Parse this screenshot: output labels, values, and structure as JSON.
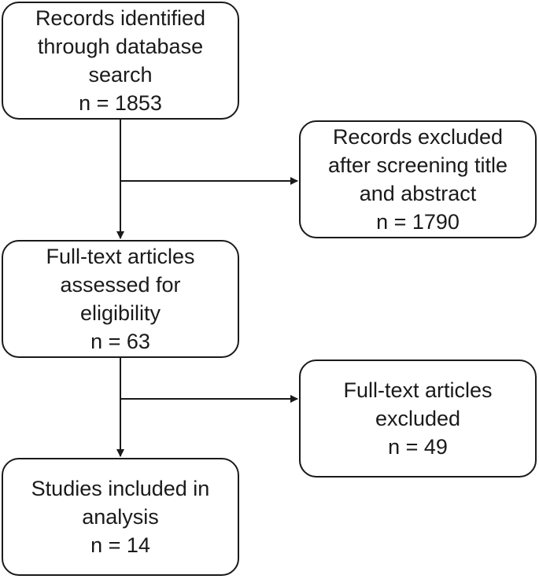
{
  "flowchart": {
    "identified": {
      "lines": [
        "Records identified",
        "through database",
        "search"
      ],
      "count": "n = 1853"
    },
    "excluded_screening": {
      "lines": [
        "Records excluded",
        "after screening title",
        "and abstract"
      ],
      "count": "n = 1790"
    },
    "fulltext_assessed": {
      "lines": [
        "Full-text articles",
        "assessed for",
        "eligibility"
      ],
      "count": "n = 63"
    },
    "excluded_fulltext": {
      "lines": [
        "Full-text articles",
        "excluded"
      ],
      "count": "n = 49"
    },
    "included": {
      "lines": [
        "Studies included in",
        "analysis"
      ],
      "count": "n = 14"
    }
  },
  "colors": {
    "stroke": "#1a1a1a",
    "background": "#ffffff"
  }
}
